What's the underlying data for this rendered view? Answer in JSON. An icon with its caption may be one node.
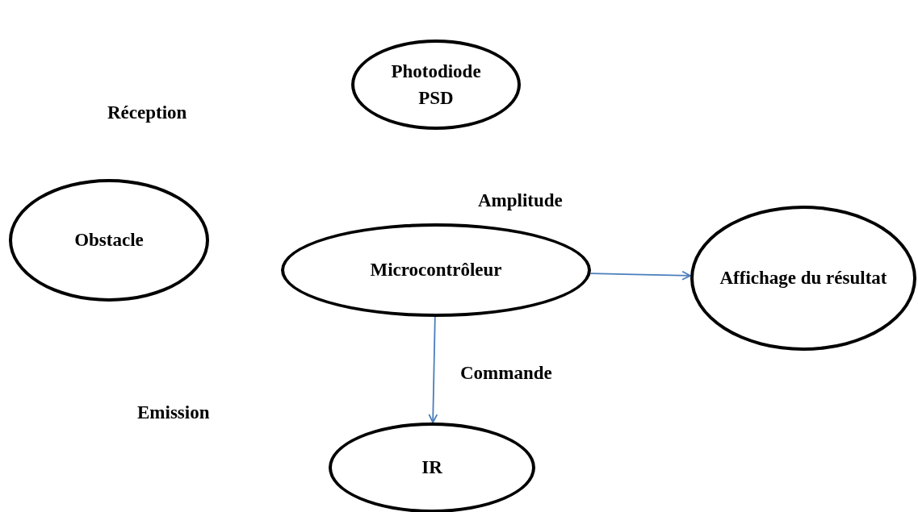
{
  "diagram": {
    "nodes": [
      {
        "text": [
          "Photodiode PSD"
        ]
      },
      {
        "text": [
          "Obstacle"
        ]
      },
      {
        "text": [
          "Microcontrôleur"
        ]
      },
      {
        "text": [
          "Affichage du résultat"
        ]
      },
      {
        "text": [
          "IR"
        ]
      }
    ],
    "edges": [
      {
        "from": 2,
        "to": 3,
        "arrow": "to"
      },
      {
        "from": 2,
        "to": 4,
        "arrow": "to"
      }
    ],
    "labels": [
      "Réception",
      "Amplitude",
      "Commande",
      "Emission"
    ]
  }
}
